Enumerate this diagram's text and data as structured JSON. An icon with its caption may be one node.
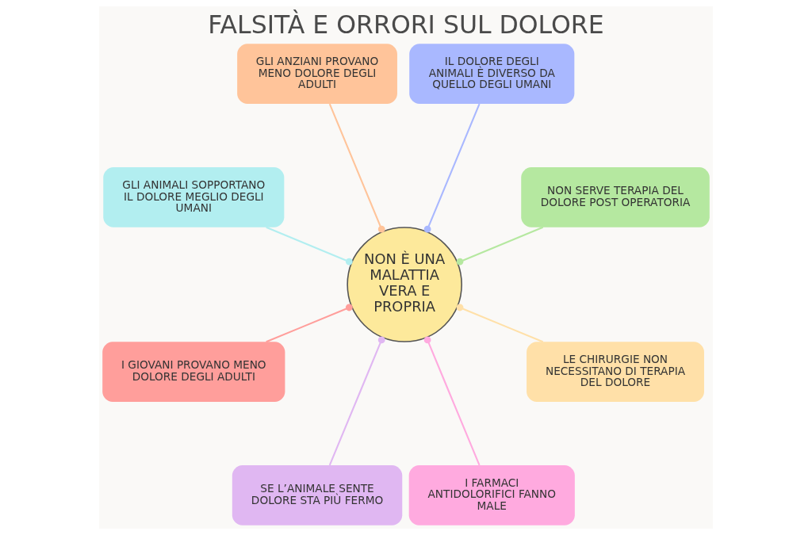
{
  "diagram": {
    "title": "FALSITÀ E ORRORI SUL DOLORE",
    "nodes": [
      {
        "text": [
          "NON È UNA MALATTIA VERA E PROPRIA"
        ]
      },
      {
        "text": [
          "NON SERVE TERAPIA DEL DOLORE POST OPERATORIA"
        ]
      },
      {
        "text": [
          "IL DOLORE DEGLI ANIMALI È DIVERSO DA QUELLO DEGLI UMANI"
        ]
      },
      {
        "text": [
          "GLI ANZIANI PROVANO MENO DOLORE DEGLI ADULTI"
        ]
      },
      {
        "text": [
          "GLI ANIMALI SOPPORTANO IL DOLORE MEGLIO DEGLI UMANI"
        ]
      },
      {
        "text": [
          "I GIOVANI PROVANO MENO DOLORE DEGLI ADULTI"
        ]
      },
      {
        "text": [
          "SE L’ANIMALE SENTE DOLORE STA PIÙ FERMO"
        ]
      },
      {
        "text": [
          "I FARMACI ANTIDOLORIFICI FANNO MALE"
        ]
      },
      {
        "text": [
          "LE CHIRURGIE NON NECESSITANO DI TERAPIA DEL DOLORE"
        ]
      }
    ],
    "edges": [
      {
        "from": 0,
        "to": 1,
        "arrow": "other",
        "color": "#b5e8a0"
      },
      {
        "from": 0,
        "to": 2,
        "arrow": "other",
        "color": "#a9b8ff"
      },
      {
        "from": 0,
        "to": 3,
        "arrow": "other",
        "color": "#ffc49a"
      },
      {
        "from": 0,
        "to": 4,
        "arrow": "other",
        "color": "#b2eef0"
      },
      {
        "from": 0,
        "to": 5,
        "arrow": "other",
        "color": "#ff9e9b"
      },
      {
        "from": 0,
        "to": 6,
        "arrow": "other",
        "color": "#e0b7f2"
      },
      {
        "from": 0,
        "to": 7,
        "arrow": "other",
        "color": "#ffaadf"
      },
      {
        "from": 0,
        "to": 8,
        "arrow": "other",
        "color": "#ffe0a8"
      }
    ]
  }
}
